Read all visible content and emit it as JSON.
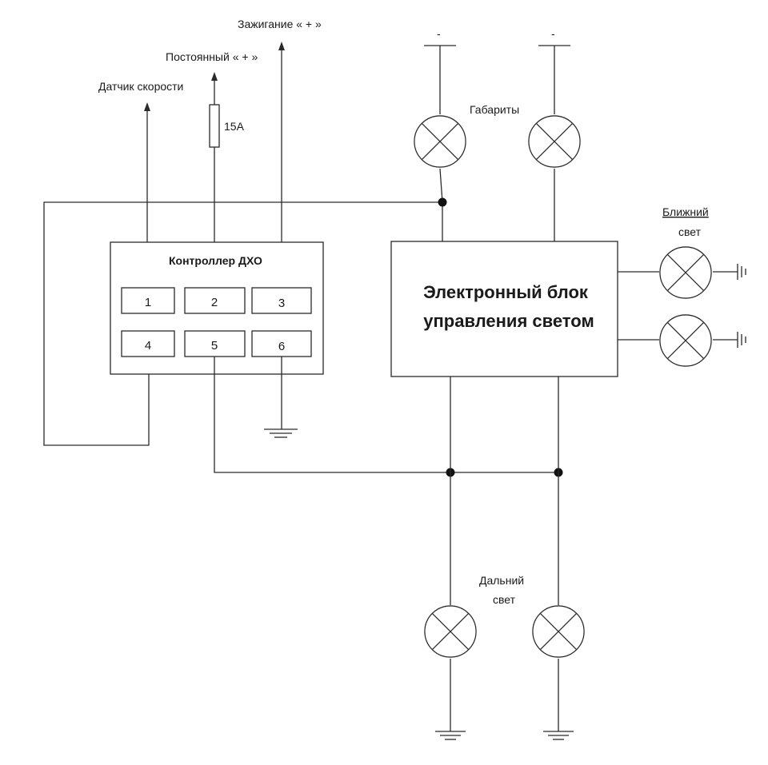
{
  "labels": {
    "speed_sensor": "Датчик скорости",
    "constant_plus": "Постоянный « + »",
    "ignition_plus": "Зажигание « + »",
    "fuse_rating": "15А",
    "parking_lights": "Габариты",
    "low_beam_line1": "Ближний",
    "low_beam_line2": "свет",
    "high_beam_line1": "Дальний",
    "high_beam_line2": "свет",
    "ground_symbol": "-"
  },
  "controller": {
    "title": "Контроллер ДХО",
    "pins": [
      "1",
      "2",
      "3",
      "4",
      "5",
      "6"
    ]
  },
  "light_unit": {
    "line1": "Электронный блок",
    "line2": "управления светом"
  }
}
